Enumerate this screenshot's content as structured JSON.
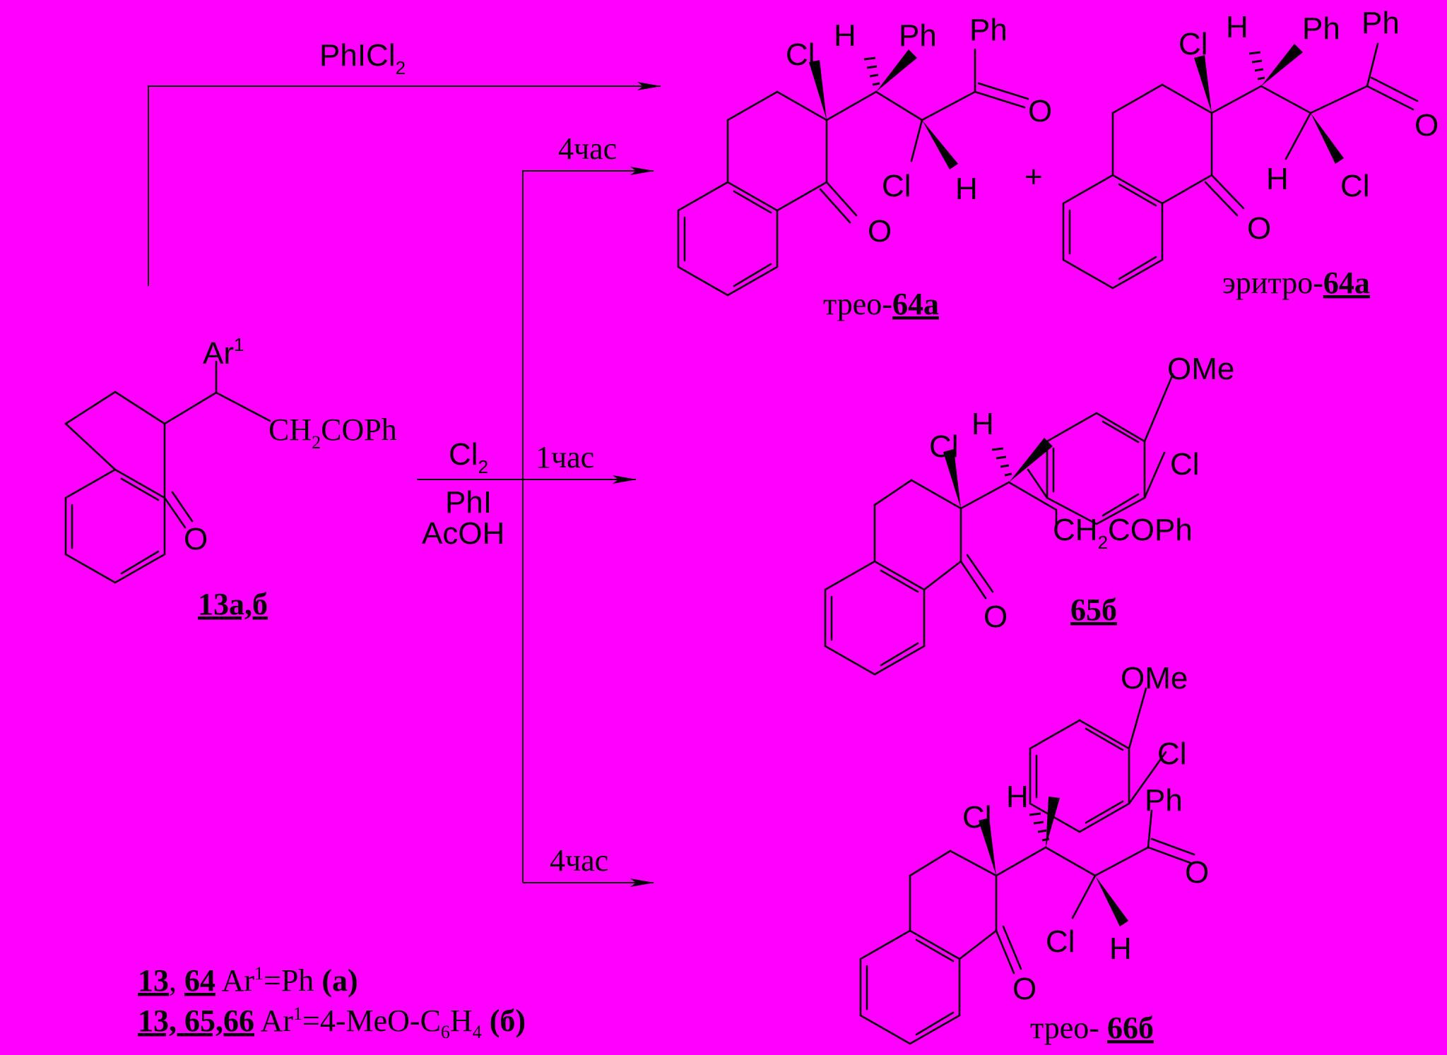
{
  "colors": {
    "background": "#ff00ff",
    "ink": "#000000"
  },
  "reagents": {
    "phicl2": "PhICl",
    "phicl2_sub": "2",
    "cl2": "Cl",
    "cl2_sub": "2",
    "phi": "PhI",
    "acoh": "AcOH",
    "time_top": "4час",
    "time_mid": "1час",
    "time_bottom": "4час"
  },
  "starting_material": {
    "ar": "Ar",
    "ar_sup": "1",
    "ch2": "CH",
    "ch2_sub": "2",
    "coph": "COPh",
    "o": "O",
    "label": "13а,б"
  },
  "product_threo_64a": {
    "cl1": "Cl",
    "h1": "H",
    "ph1": "Ph",
    "ph2": "Ph",
    "o1": "O",
    "cl2": "Cl",
    "h2": "H",
    "o2": "O",
    "label_prefix": "трео-",
    "label_num": "64а"
  },
  "plus": "+",
  "product_erythro_64a": {
    "cl1": "Cl",
    "h1": "H",
    "ph1": "Ph",
    "ph2": "Ph",
    "o1": "O",
    "h2": "H",
    "cl2": "Cl",
    "o2": "O",
    "label_prefix": "эритро-",
    "label_num": "64а"
  },
  "product_65b": {
    "ome": "OMe",
    "h": "H",
    "cl1": "Cl",
    "cl2": "Cl",
    "ch2": "CH",
    "ch2_sub": "2",
    "coph": "COPh",
    "o": "O",
    "label": "65б"
  },
  "product_threo_66b": {
    "ome": "OMe",
    "cl_ring": "Cl",
    "h1": "H",
    "ph": "Ph",
    "cl1": "Cl",
    "o1": "O",
    "cl2": "Cl",
    "h2": "H",
    "o2": "O",
    "label_prefix": "трео- ",
    "label_num": "66б"
  },
  "legend": {
    "row1_a": "13",
    "row1_sep": ",",
    "row1_b": "64",
    "row1_ar": "Ar",
    "row1_sup": "1",
    "row1_rest": "=Ph",
    "row1_tag": "(а)",
    "row2_nums": "13, 65,66",
    "row2_ar": "Ar",
    "row2_sup": "1",
    "row2_rest_a": "=4-MeO-C",
    "row2_sub1": "6",
    "row2_rest_b": "H",
    "row2_sub2": "4",
    "row2_tag": "(б)"
  }
}
